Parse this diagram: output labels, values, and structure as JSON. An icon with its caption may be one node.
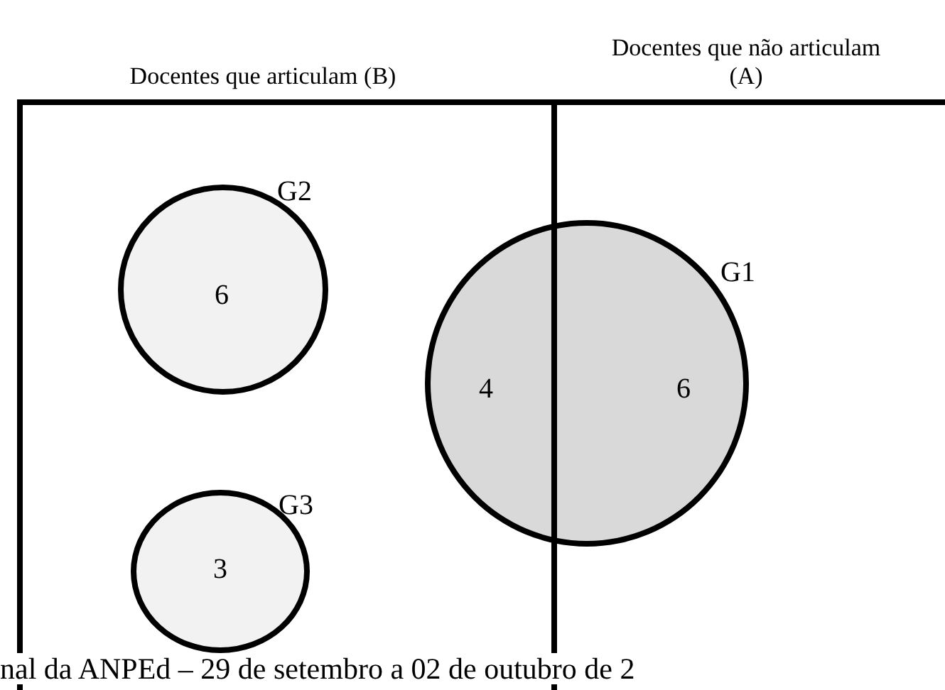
{
  "diagram": {
    "nodes": [
      {
        "text": [
          "Docentes que articulam (B)"
        ]
      },
      {
        "text": [
          "Docentes que não articulam (A)"
        ]
      },
      {
        "text": [
          "G2",
          "6"
        ],
        "in": 0
      },
      {
        "text": [
          "G3",
          "3"
        ],
        "in": 0
      },
      {
        "text": [
          "G1",
          "4",
          "6"
        ]
      }
    ],
    "labels": [
      "nal da ANPEd – 29 de setembro a 02 de outubro de 2"
    ]
  }
}
